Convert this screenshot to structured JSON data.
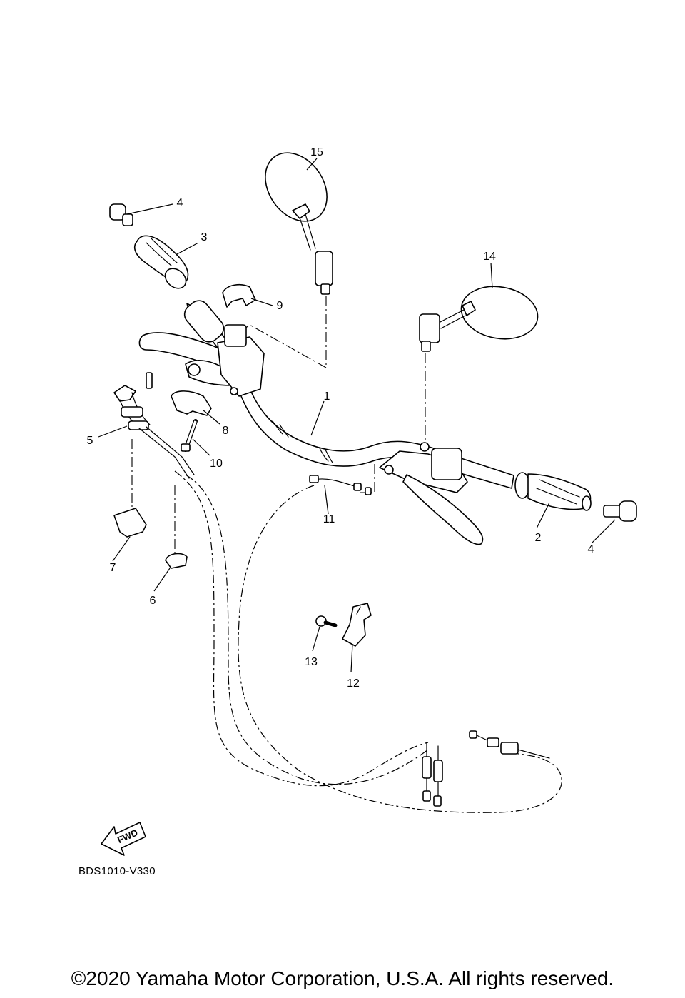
{
  "diagram": {
    "reference_code": "BDS1010-V330",
    "copyright": "©2020 Yamaha Motor Corporation, U.S.A. All rights reserved.",
    "direction_label": "FWD",
    "callouts": [
      "1",
      "2",
      "3",
      "4",
      "4",
      "5",
      "6",
      "7",
      "8",
      "9",
      "10",
      "11",
      "12",
      "13",
      "14",
      "15"
    ]
  }
}
